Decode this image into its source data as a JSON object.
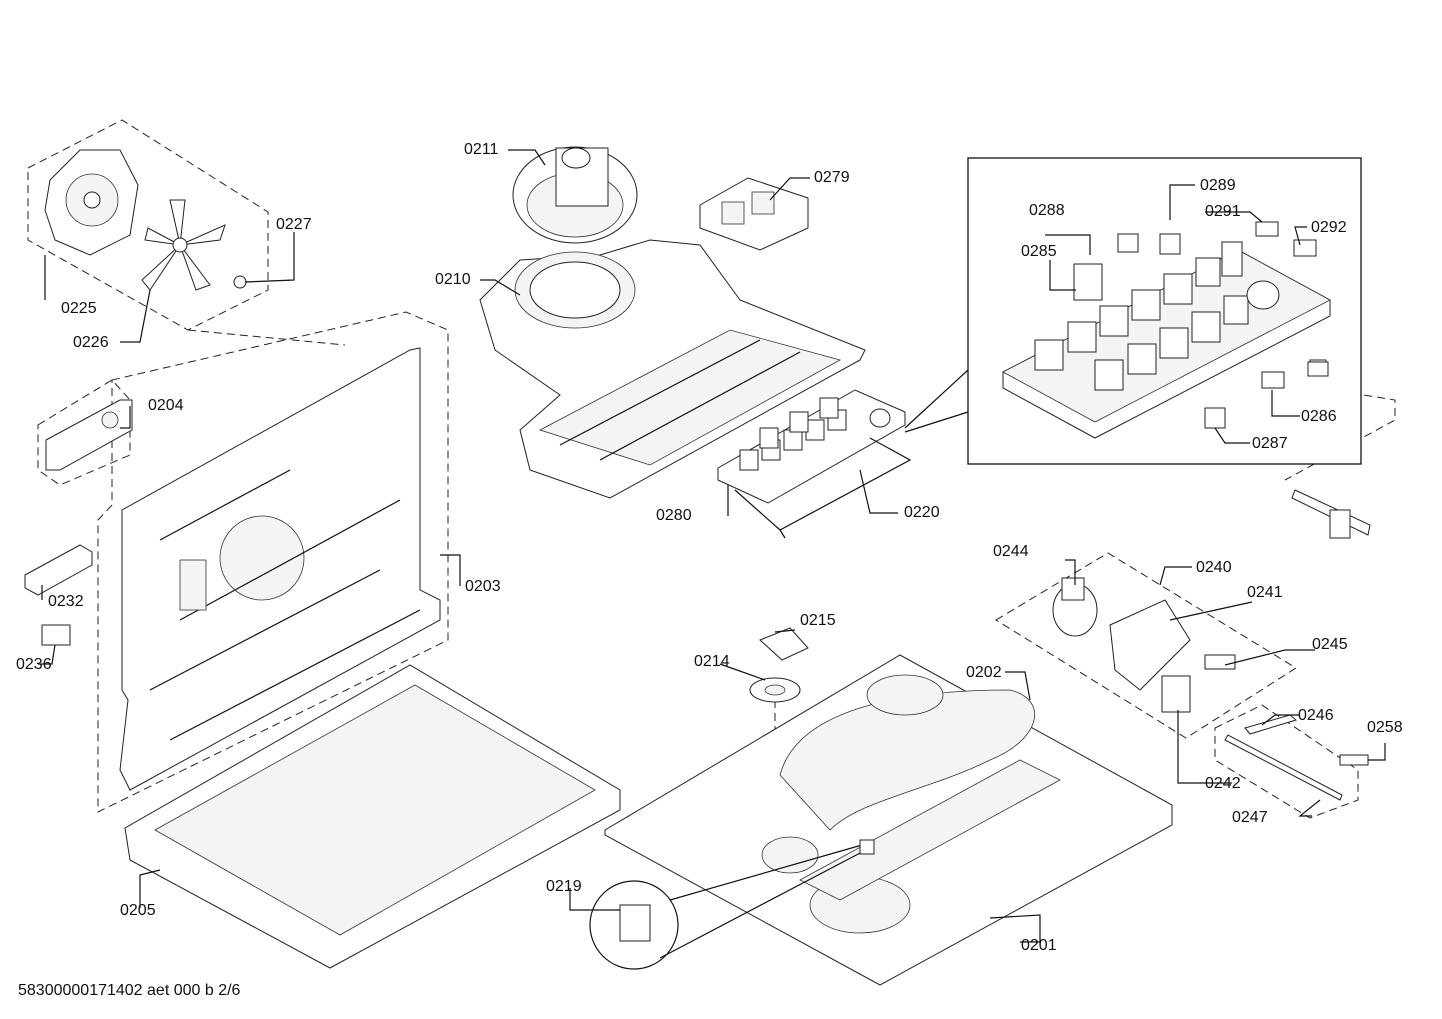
{
  "document_id": "58300000171402 aet 000 b 2/6",
  "part_labels": {
    "p0201": "0201",
    "p0202": "0202",
    "p0203": "0203",
    "p0204": "0204",
    "p0205": "0205",
    "p0210": "0210",
    "p0211": "0211",
    "p0214": "0214",
    "p0215": "0215",
    "p0219": "0219",
    "p0220": "0220",
    "p0225": "0225",
    "p0226": "0226",
    "p0227": "0227",
    "p0232": "0232",
    "p0236": "0236",
    "p0240": "0240",
    "p0241": "0241",
    "p0242": "0242",
    "p0244": "0244",
    "p0245": "0245",
    "p0246": "0246",
    "p0247": "0247",
    "p0258": "0258",
    "p0279": "0279",
    "p0280": "0280",
    "p0285": "0285",
    "p0286": "0286",
    "p0287": "0287",
    "p0288": "0288",
    "p0289": "0289",
    "p0291": "0291",
    "p0292": "0292"
  }
}
